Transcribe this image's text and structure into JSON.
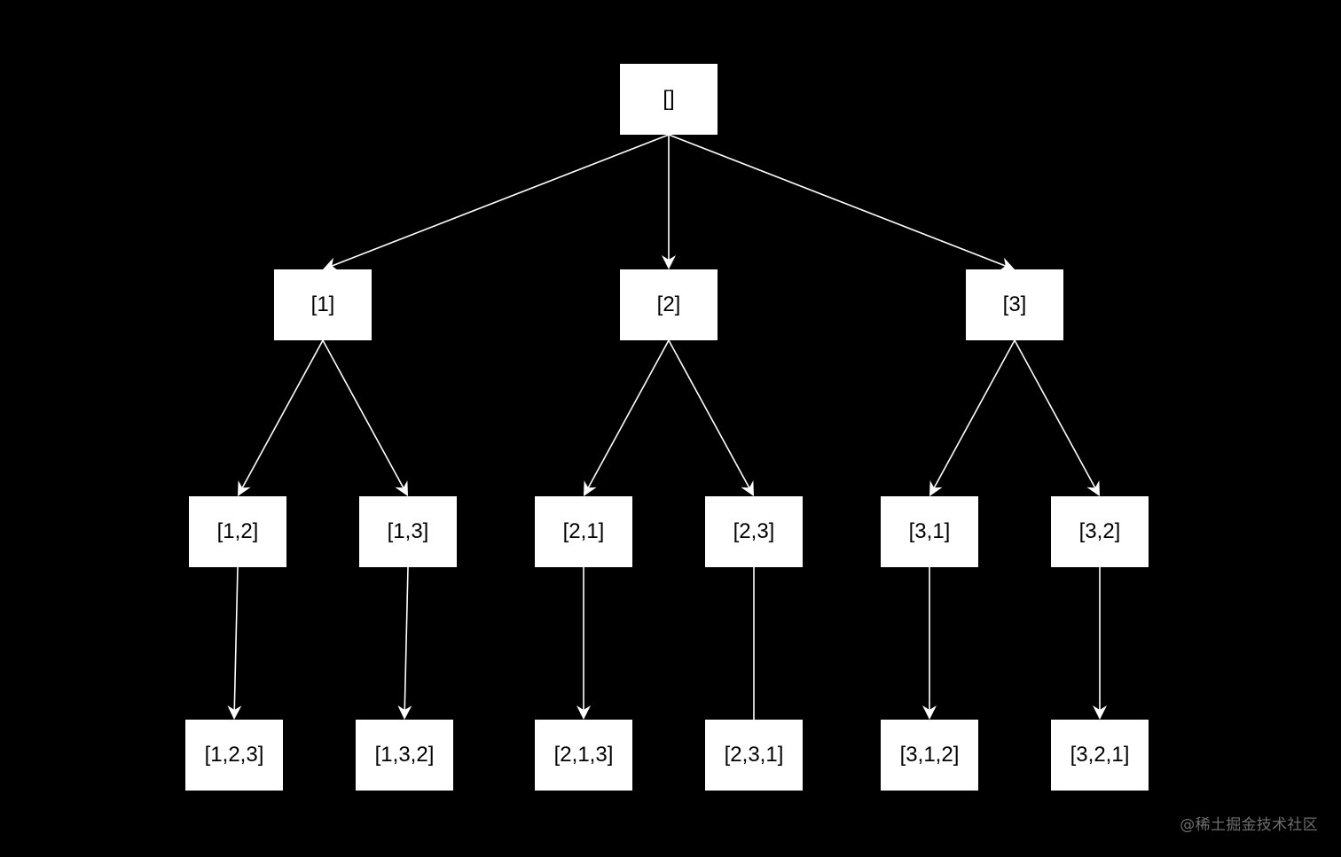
{
  "diagram": {
    "nodes": [
      {
        "id": "root",
        "label": "[]"
      },
      {
        "id": "n1",
        "label": "[1]"
      },
      {
        "id": "n2",
        "label": "[2]"
      },
      {
        "id": "n3",
        "label": "[3]"
      },
      {
        "id": "n12",
        "label": "[1,2]"
      },
      {
        "id": "n13",
        "label": "[1,3]"
      },
      {
        "id": "n21",
        "label": "[2,1]"
      },
      {
        "id": "n23",
        "label": "[2,3]"
      },
      {
        "id": "n31",
        "label": "[3,1]"
      },
      {
        "id": "n32",
        "label": "[3,2]"
      },
      {
        "id": "n123",
        "label": "[1,2,3]"
      },
      {
        "id": "n132",
        "label": "[1,3,2]"
      },
      {
        "id": "n213",
        "label": "[2,1,3]"
      },
      {
        "id": "n231",
        "label": "[2,3,1]"
      },
      {
        "id": "n312",
        "label": "[3,1,2]"
      },
      {
        "id": "n321",
        "label": "[3,2,1]"
      }
    ],
    "edges": [
      {
        "from": "root",
        "to": "n1",
        "arrow": true
      },
      {
        "from": "root",
        "to": "n2",
        "arrow": true
      },
      {
        "from": "root",
        "to": "n3",
        "arrow": true
      },
      {
        "from": "n1",
        "to": "n12",
        "arrow": true
      },
      {
        "from": "n1",
        "to": "n13",
        "arrow": true
      },
      {
        "from": "n2",
        "to": "n21",
        "arrow": true
      },
      {
        "from": "n2",
        "to": "n23",
        "arrow": true
      },
      {
        "from": "n3",
        "to": "n31",
        "arrow": true
      },
      {
        "from": "n3",
        "to": "n32",
        "arrow": true
      },
      {
        "from": "n12",
        "to": "n123",
        "arrow": true
      },
      {
        "from": "n13",
        "to": "n132",
        "arrow": true
      },
      {
        "from": "n21",
        "to": "n213",
        "arrow": true
      },
      {
        "from": "n23",
        "to": "n231",
        "arrow": false
      },
      {
        "from": "n31",
        "to": "n312",
        "arrow": true
      },
      {
        "from": "n32",
        "to": "n321",
        "arrow": true
      }
    ]
  },
  "watermark": "@稀土掘金技术社区",
  "colors": {
    "background": "#000000",
    "node_fill": "#ffffff",
    "node_text": "#000000",
    "edge": "#ffffff",
    "watermark": "#6e6e6e"
  }
}
